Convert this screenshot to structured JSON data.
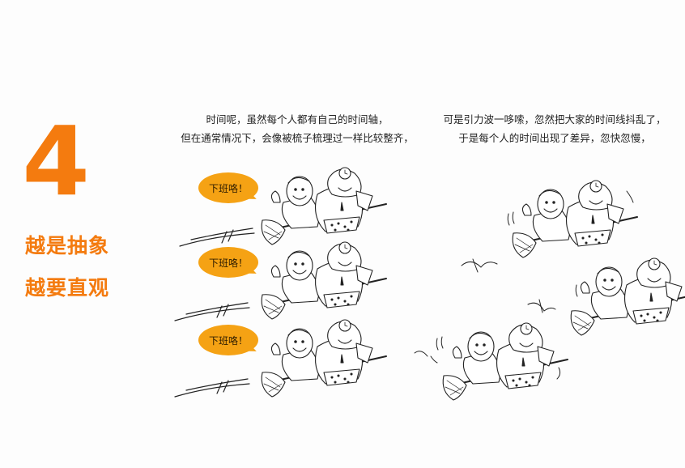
{
  "slide": {
    "number": "4",
    "title_lines": [
      "越是抽象",
      "越要直观"
    ],
    "accent_color": "#f47b0f",
    "bubble_color": "#f5a214"
  },
  "left_panel": {
    "caption_lines": [
      "时间呢，虽然每个人都有自己的时间轴，",
      "但在通常情况下，会像被梳子梳理过一样比较整齐，"
    ],
    "speech_bubbles": [
      "下班咯！",
      "下班咯！",
      "下班咯！"
    ],
    "illustration": "three-pairs-flying-on-brooms-aligned"
  },
  "right_panel": {
    "caption_lines": [
      "可是引力波一哆嗦，忽然把大家的时间线抖乱了，",
      "于是每个人的时间出现了差异，忽快忽慢，"
    ],
    "illustration": "three-pairs-flying-on-brooms-scattered"
  }
}
